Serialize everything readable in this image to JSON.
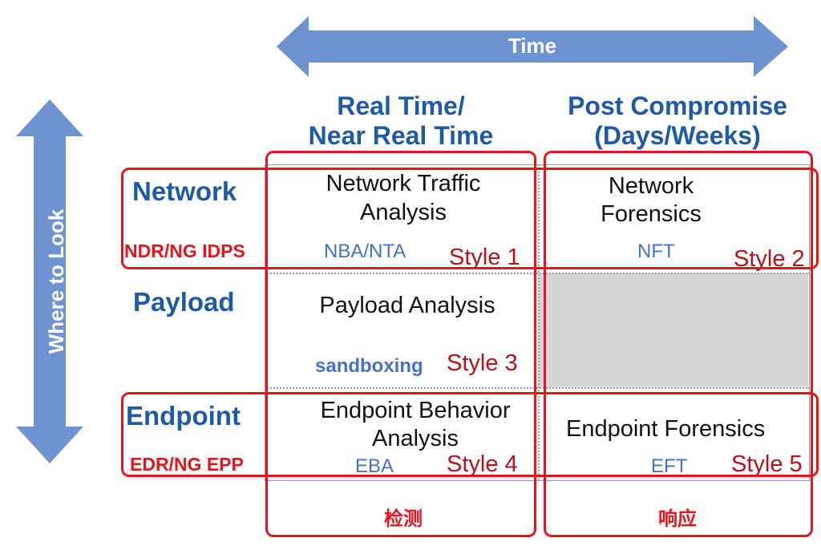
{
  "time_arrow": {
    "label": "Time"
  },
  "where_arrow": {
    "label": "Where to Look"
  },
  "columns": [
    {
      "line1": "Real Time/",
      "line2": "Near Real Time",
      "footer": "检测"
    },
    {
      "line1": "Post Compromise",
      "line2": "(Days/Weeks)",
      "footer": "响应"
    }
  ],
  "rows": [
    {
      "label": "Network",
      "sub": "NDR/NG IDPS"
    },
    {
      "label": "Payload",
      "sub": ""
    },
    {
      "label": "Endpoint",
      "sub": "EDR/NG EPP"
    }
  ],
  "cells": {
    "network_realtime": {
      "line1": "Network Traffic",
      "line2": "Analysis",
      "abbr": "NBA/NTA",
      "style": "Style 1"
    },
    "network_post": {
      "line1": "Network",
      "line2": "Forensics",
      "abbr": "NFT",
      "style": "Style 2"
    },
    "payload_realtime": {
      "line1": "Payload Analysis",
      "abbr": "sandboxing",
      "style": "Style 3"
    },
    "endpoint_realtime": {
      "line1": "Endpoint Behavior",
      "line2": "Analysis",
      "abbr": "EBA",
      "style": "Style 4"
    },
    "endpoint_post": {
      "line1": "Endpoint Forensics",
      "abbr": "EFT",
      "style": "Style 5"
    }
  },
  "colors": {
    "arrow": "#6f93d0",
    "header_blue": "#1f5aa6",
    "highlight_red": "#e8141c",
    "style_red": "#b5121b",
    "abbr_blue": "#4472c4",
    "empty_cell": "#d6d6d6"
  }
}
